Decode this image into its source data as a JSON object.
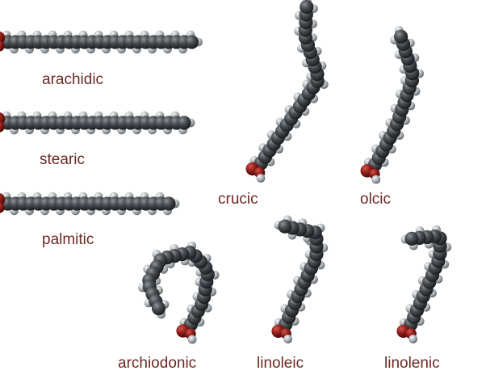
{
  "labels": {
    "arachidic": "arachidic",
    "stearic": "stearic",
    "palmitic": "palmitic",
    "crucic": "crucic",
    "olcic": "olcic",
    "archiodonic": "archiodonic",
    "linoleic": "linoleic",
    "linolenic": "linolenic"
  },
  "colors": {
    "carbon": "#3f4448",
    "hydrogen": "#b4b9bd",
    "oxygen": "#8e1d18",
    "label": "#6b2a24"
  }
}
